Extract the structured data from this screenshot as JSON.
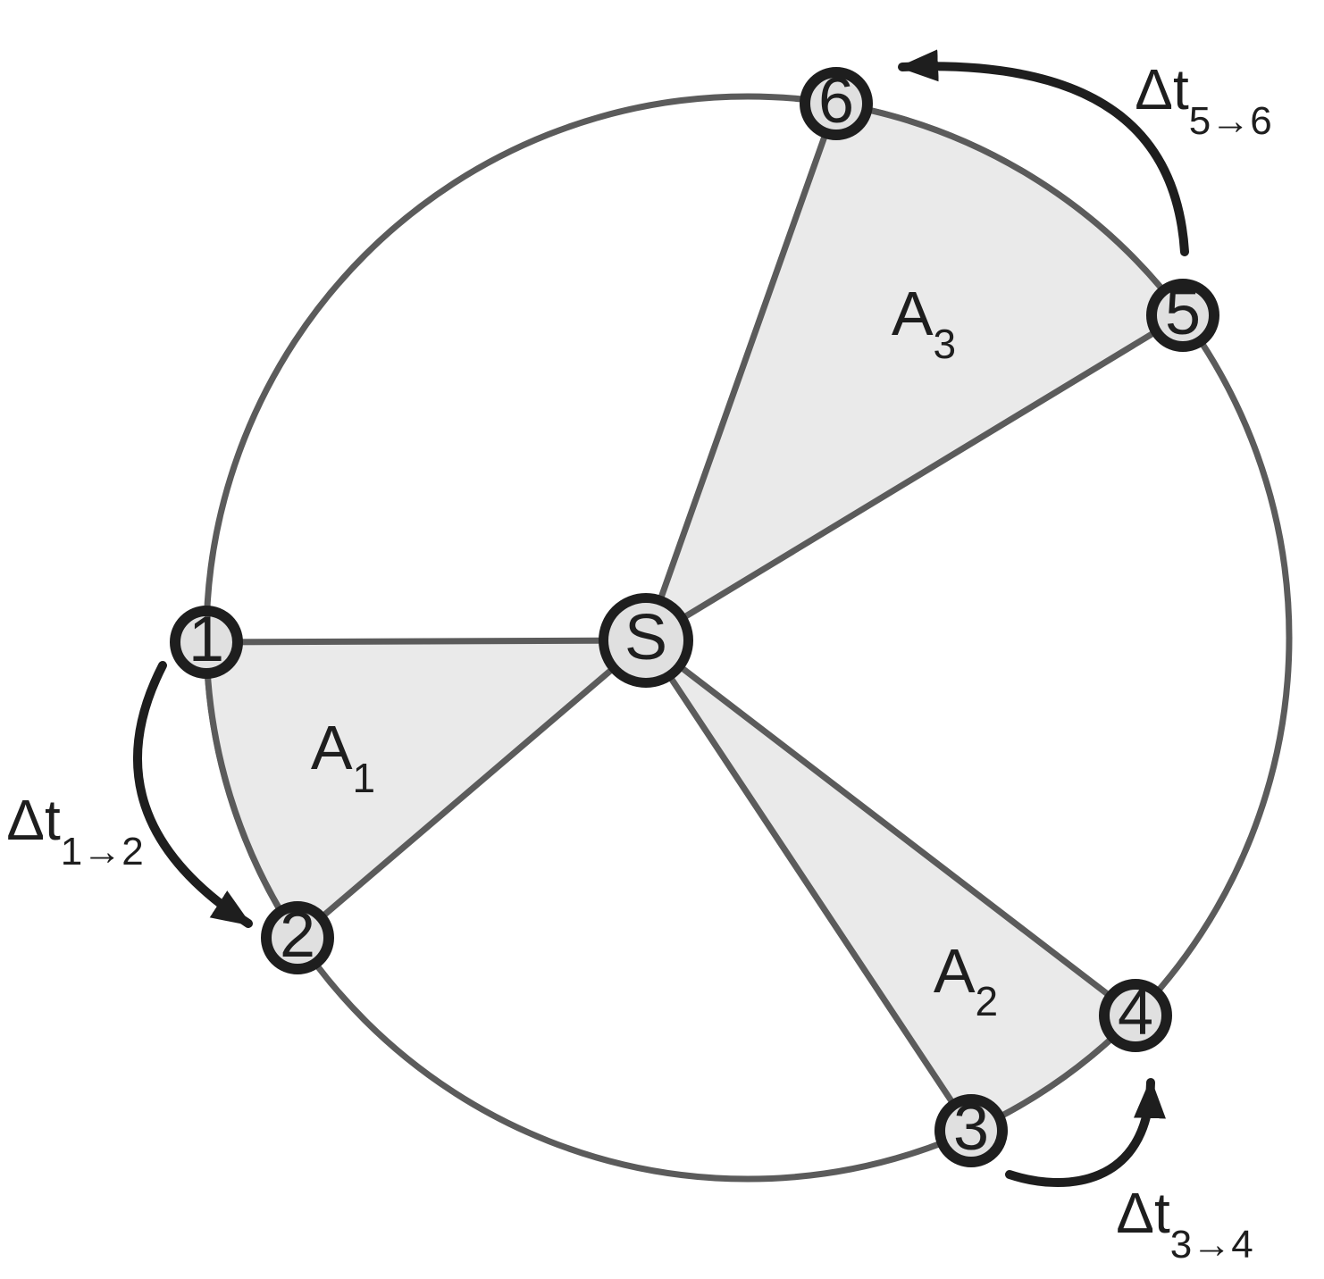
{
  "colors": {
    "ink": "#1e1e1e",
    "outline": "#5b5b5b",
    "sector_fill": "#eaeaea",
    "node_fill": "#e0e0e0",
    "background": "#ffffff"
  },
  "sun": {
    "label": "S"
  },
  "nodes": [
    {
      "label": "1"
    },
    {
      "label": "2"
    },
    {
      "label": "3"
    },
    {
      "label": "4"
    },
    {
      "label": "5"
    },
    {
      "label": "6"
    }
  ],
  "areas": [
    {
      "main": "A",
      "sub": "1"
    },
    {
      "main": "A",
      "sub": "2"
    },
    {
      "main": "A",
      "sub": "3"
    }
  ],
  "intervals": [
    {
      "main": "Δt",
      "sub": "1→2"
    },
    {
      "main": "Δt",
      "sub": "3→4"
    },
    {
      "main": "Δt",
      "sub": "5→6"
    }
  ]
}
